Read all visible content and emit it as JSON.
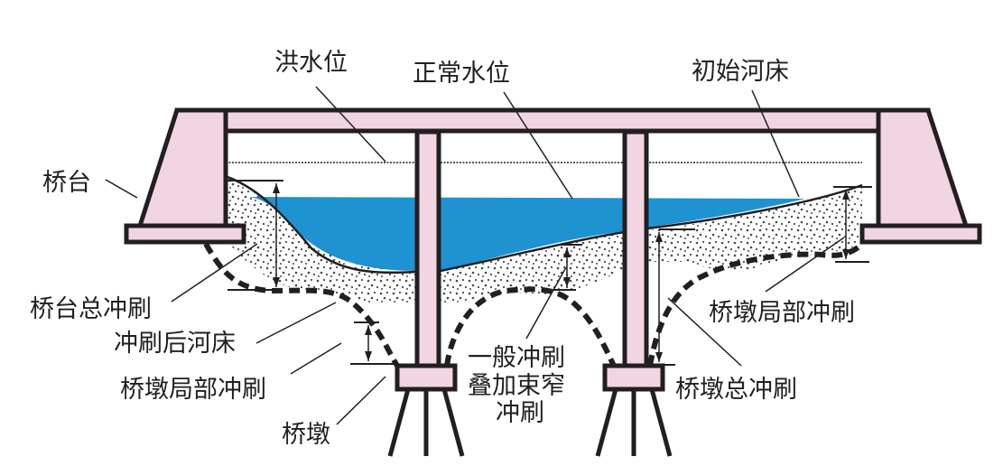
{
  "title": "桥梁墩台冲刷示意图",
  "colors": {
    "water": "#1f93d1",
    "structure": "#f2d5e2",
    "outline": "#231f20",
    "sediment_dot": "#4a4a4a"
  },
  "labels": {
    "flood_level": "洪水位",
    "normal_level": "正常水位",
    "initial_bed": "初始河床",
    "abutment": "桥台",
    "abutment_total_scour": "桥台总冲刷",
    "scoured_bed": "冲刷后河床",
    "pier_local_scour_left": "桥墩局部冲刷",
    "pier": "桥墩",
    "general_scour_line1": "一般冲刷",
    "general_scour_line2": "叠加束窄",
    "general_scour_line3": "冲刷",
    "pier_local_scour_right": "桥墩局部冲刷",
    "pier_total_scour": "桥墩总冲刷"
  }
}
